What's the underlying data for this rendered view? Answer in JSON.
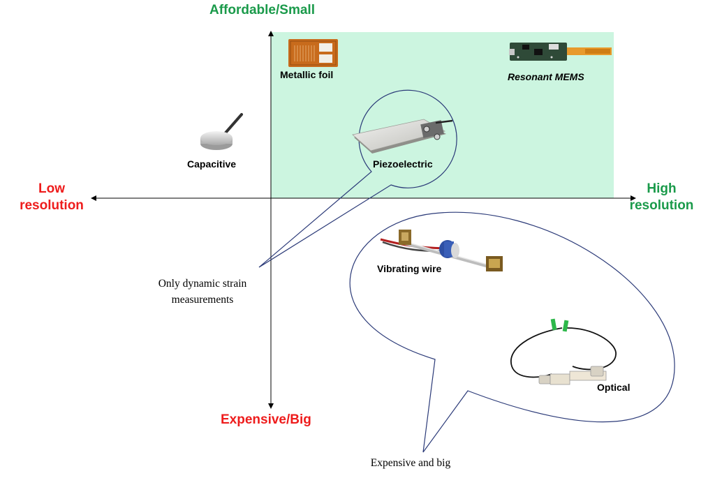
{
  "axes": {
    "top": "Affordable/Small",
    "bottom": "Expensive/Big",
    "left": [
      "Low",
      "resolution"
    ],
    "right": [
      "High",
      "resolution"
    ]
  },
  "colors": {
    "good": "#1a9a4a",
    "bad": "#ee1c1c",
    "region": "#ccf5e0",
    "callout_stroke": "#2b3a78"
  },
  "sensors": {
    "metallic_foil": "Metallic foil",
    "resonant_mems": "Resonant MEMS",
    "capacitive": "Capacitive",
    "piezoelectric": "Piezoelectric",
    "vibrating_wire": "Vibrating wire",
    "optical": "Optical"
  },
  "notes": {
    "dynamic": [
      "Only dynamic strain",
      "measurements"
    ],
    "expensive": "Expensive and big"
  }
}
